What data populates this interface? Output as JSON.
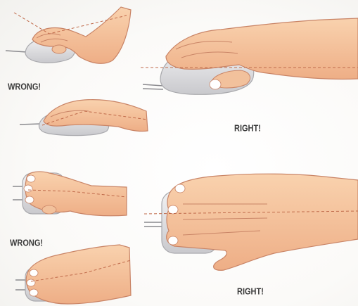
{
  "labels": {
    "wrong_1": "WRONG!",
    "right_1": "RIGHT!",
    "wrong_2": "WRONG!",
    "right_2": "RIGHT!"
  },
  "colors": {
    "skin": "#f6c49a",
    "skin_shadow": "#e3a07a",
    "outline": "#c98466",
    "mouse_body": "#e4e4e6",
    "mouse_edge": "#a9a9ad",
    "dash_line": "#c06a4a",
    "cable": "#8a8a8e",
    "label_text": "#3a3a3a"
  },
  "illustrations": [
    {
      "name": "wrist-bent-up",
      "verdict": "wrong"
    },
    {
      "name": "wrist-straight-side",
      "verdict": "right"
    },
    {
      "name": "wrist-dropped-down",
      "verdict": "wrong"
    },
    {
      "name": "hand-top-flat",
      "verdict": "right"
    },
    {
      "name": "hand-top-angled",
      "verdict": "wrong"
    }
  ]
}
